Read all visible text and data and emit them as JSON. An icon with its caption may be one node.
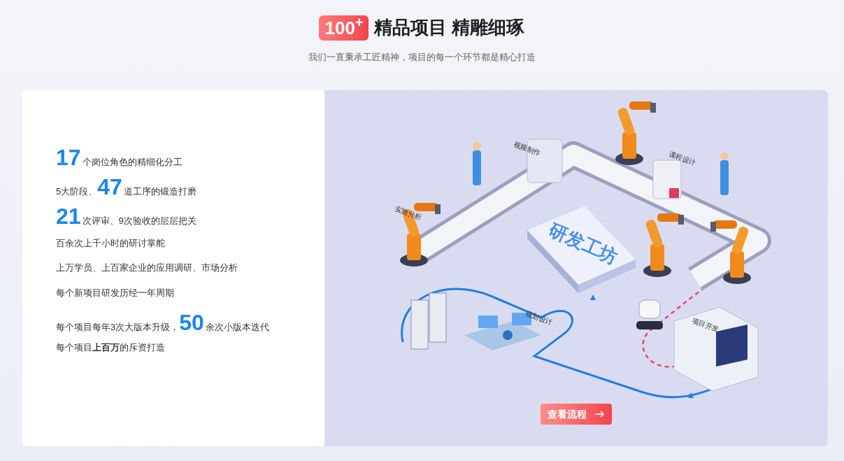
{
  "diagram": {
    "title": "精品项目 精雕细琢",
    "labels": [
      "100$^{+}$",
      "我们一直秉承工匠精神，项目的每一个环节都是精心打造",
      "17",
      "个岗位角色的精细化分工",
      "5大阶段、",
      "47",
      "道工序的锻造打磨",
      "21",
      "次评审、9次验收的层层把关",
      "百余次上千小时的研讨掌舵",
      "上万学员、上百家企业的应用调研、市场分析",
      "每个新项目研发历经一年周期",
      "每个项目每年3次大版本升级，",
      "50",
      "余次小版本迭代",
      "每个项目**上百万**的斥资打造",
      "视频制作",
      "课程设计",
      "实施分析",
      "研发工坊",
      "规划设计",
      "项目开发",
      "查看流程"
    ]
  }
}
